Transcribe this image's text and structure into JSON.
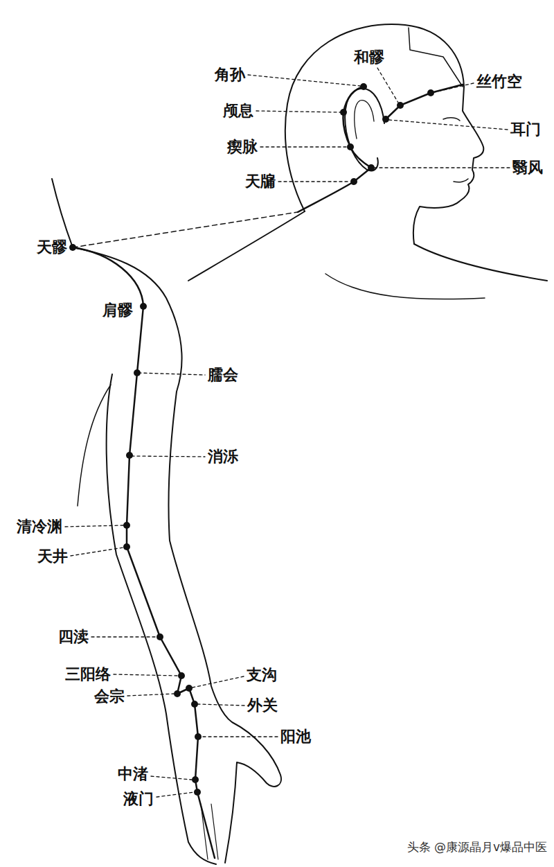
{
  "diagram": {
    "labels": [
      "角孙",
      "和髎",
      "丝竹空",
      "颅息",
      "耳门",
      "瘈脉",
      "翳风",
      "天牖",
      "天髎",
      "肩髎",
      "臑会",
      "消泺",
      "清冷渊",
      "天井",
      "四渎",
      "三阳络",
      "支沟",
      "会宗",
      "外关",
      "阳池",
      "中渚",
      "液门",
      "头条 @康源晶月v爆品中医"
    ]
  }
}
